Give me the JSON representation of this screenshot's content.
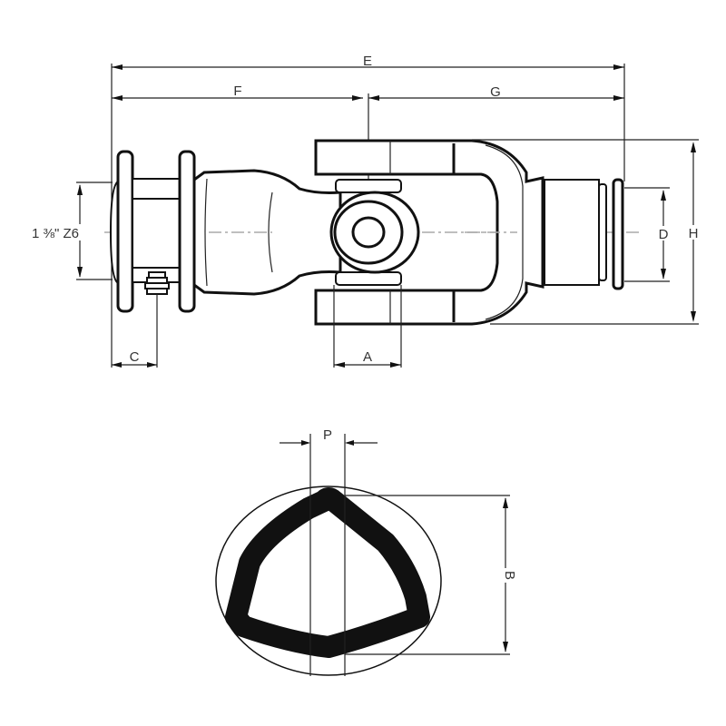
{
  "diagram": {
    "title": "PTO universal joint with spline yoke and tube profile",
    "colors": {
      "line": "#111111",
      "label": "#333333",
      "centerline": "#aaaaaa",
      "background": "#ffffff"
    },
    "dimensions": {
      "E": "E",
      "F": "F",
      "G": "G",
      "H": "H",
      "D": "D",
      "A": "A",
      "C": "C",
      "P": "P",
      "B": "B"
    },
    "spline_label": "1 3/8\" Z6",
    "spline_label_display": "1 ⅜\" Z6",
    "views": [
      {
        "name": "side-view",
        "description": "Universal joint assembly: splined push-pin yoke, cross & bearing, tube yoke"
      },
      {
        "name": "tube-profile",
        "description": "Triangular (lemon) tube cross-section inside circle"
      }
    ]
  }
}
